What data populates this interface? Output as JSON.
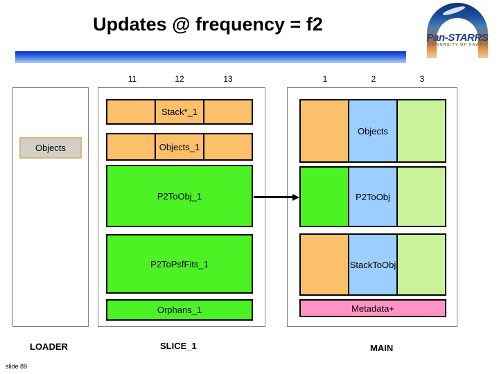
{
  "slide": {
    "title": "Updates @ frequency = f2",
    "number_label": "slide 89"
  },
  "logo": {
    "name": "Pan-STARRS",
    "subtitle": "UNIVERSITY OF HAWAII"
  },
  "scales": {
    "slice": [
      "11",
      "12",
      "13"
    ],
    "main": [
      "1",
      "2",
      "3"
    ]
  },
  "loader": {
    "caption": "LOADER",
    "objects_label": "Objects"
  },
  "slice": {
    "caption": "SLICE_1",
    "blocks": [
      {
        "label": "Stack*_1",
        "segments": [
          "fill-orange",
          "fill-orange",
          "fill-orange"
        ]
      },
      {
        "label": "Objects_1",
        "segments": [
          "fill-orange",
          "fill-orange",
          "fill-orange"
        ]
      },
      {
        "label": "P2ToObj_1",
        "segments": [
          "fill-green"
        ]
      },
      {
        "label": "P2ToPsfFits_1",
        "segments": [
          "fill-green"
        ]
      },
      {
        "label": "Orphans_1",
        "segments": [
          "fill-green"
        ]
      }
    ]
  },
  "main": {
    "caption": "MAIN",
    "blocks": [
      {
        "label": "Objects",
        "segments": [
          "fill-orange",
          "fill-blue",
          "fill-ltgrn"
        ]
      },
      {
        "label": "P2ToObj",
        "segments": [
          "fill-green",
          "fill-blue",
          "fill-ltgrn"
        ]
      },
      {
        "label": "StackToObj",
        "segments": [
          "fill-orange",
          "fill-blue",
          "fill-ltgrn"
        ]
      },
      {
        "label": "Metadata+",
        "segments": [
          "fill-pink"
        ]
      }
    ]
  },
  "colors": {
    "orange": "#fcc06a",
    "green": "#4cf224",
    "blue": "#9cceff",
    "light_green": "#caf29a",
    "pink": "#fd94c4",
    "rule_dark_blue": "#0a2fc0",
    "rule_light_blue": "#a9c8f5",
    "logo_text": "#1a3f8f"
  }
}
